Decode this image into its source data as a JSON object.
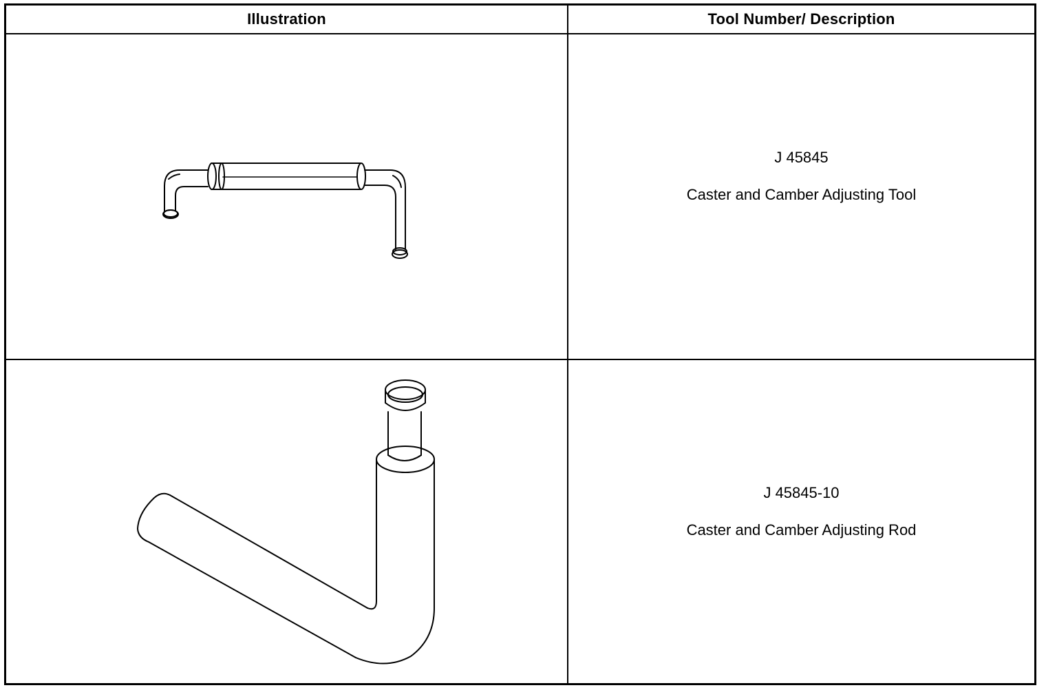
{
  "table": {
    "headers": {
      "illustration": "Illustration",
      "description": "Tool Number/ Description"
    },
    "rows": [
      {
        "tool_number": "J 45845",
        "description": "Caster and Camber Adjusting Tool",
        "illustration_icon": "offset-bar-tool-icon"
      },
      {
        "tool_number": "J 45845-10",
        "description": "Caster and Camber Adjusting Rod",
        "illustration_icon": "bent-rod-icon"
      }
    ]
  },
  "colors": {
    "line": "#000000",
    "background": "#ffffff"
  }
}
